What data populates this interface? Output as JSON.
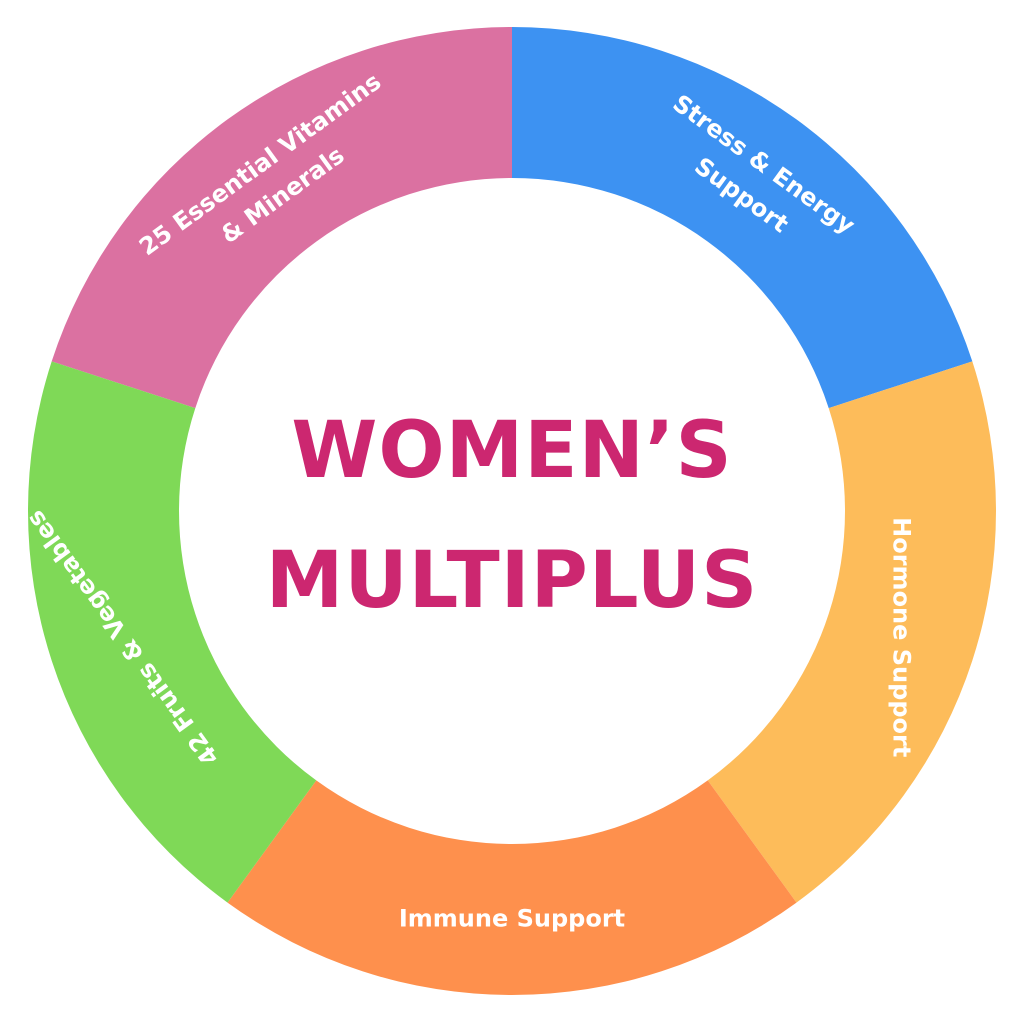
{
  "title": {
    "line1": "WOMEN’S",
    "line2": "MULTIPLUS",
    "color": "#cc2770"
  },
  "segments": [
    {
      "id": "vitamins-minerals",
      "lines": [
        "25 Essential Vitamins",
        "& Minerals"
      ],
      "color": "#db71a1"
    },
    {
      "id": "stress-energy",
      "lines": [
        "Stress & Energy",
        "Support"
      ],
      "color": "#3d92f2"
    },
    {
      "id": "hormone",
      "lines": [
        "Hormone Support"
      ],
      "color": "#fdbc5a"
    },
    {
      "id": "immune",
      "lines": [
        "Immune Support"
      ],
      "color": "#fe904d"
    },
    {
      "id": "fruits-vegetables",
      "lines": [
        "42 Fruits & Vegetables"
      ],
      "color": "#7fd957"
    }
  ],
  "label_color": "#ffffff"
}
